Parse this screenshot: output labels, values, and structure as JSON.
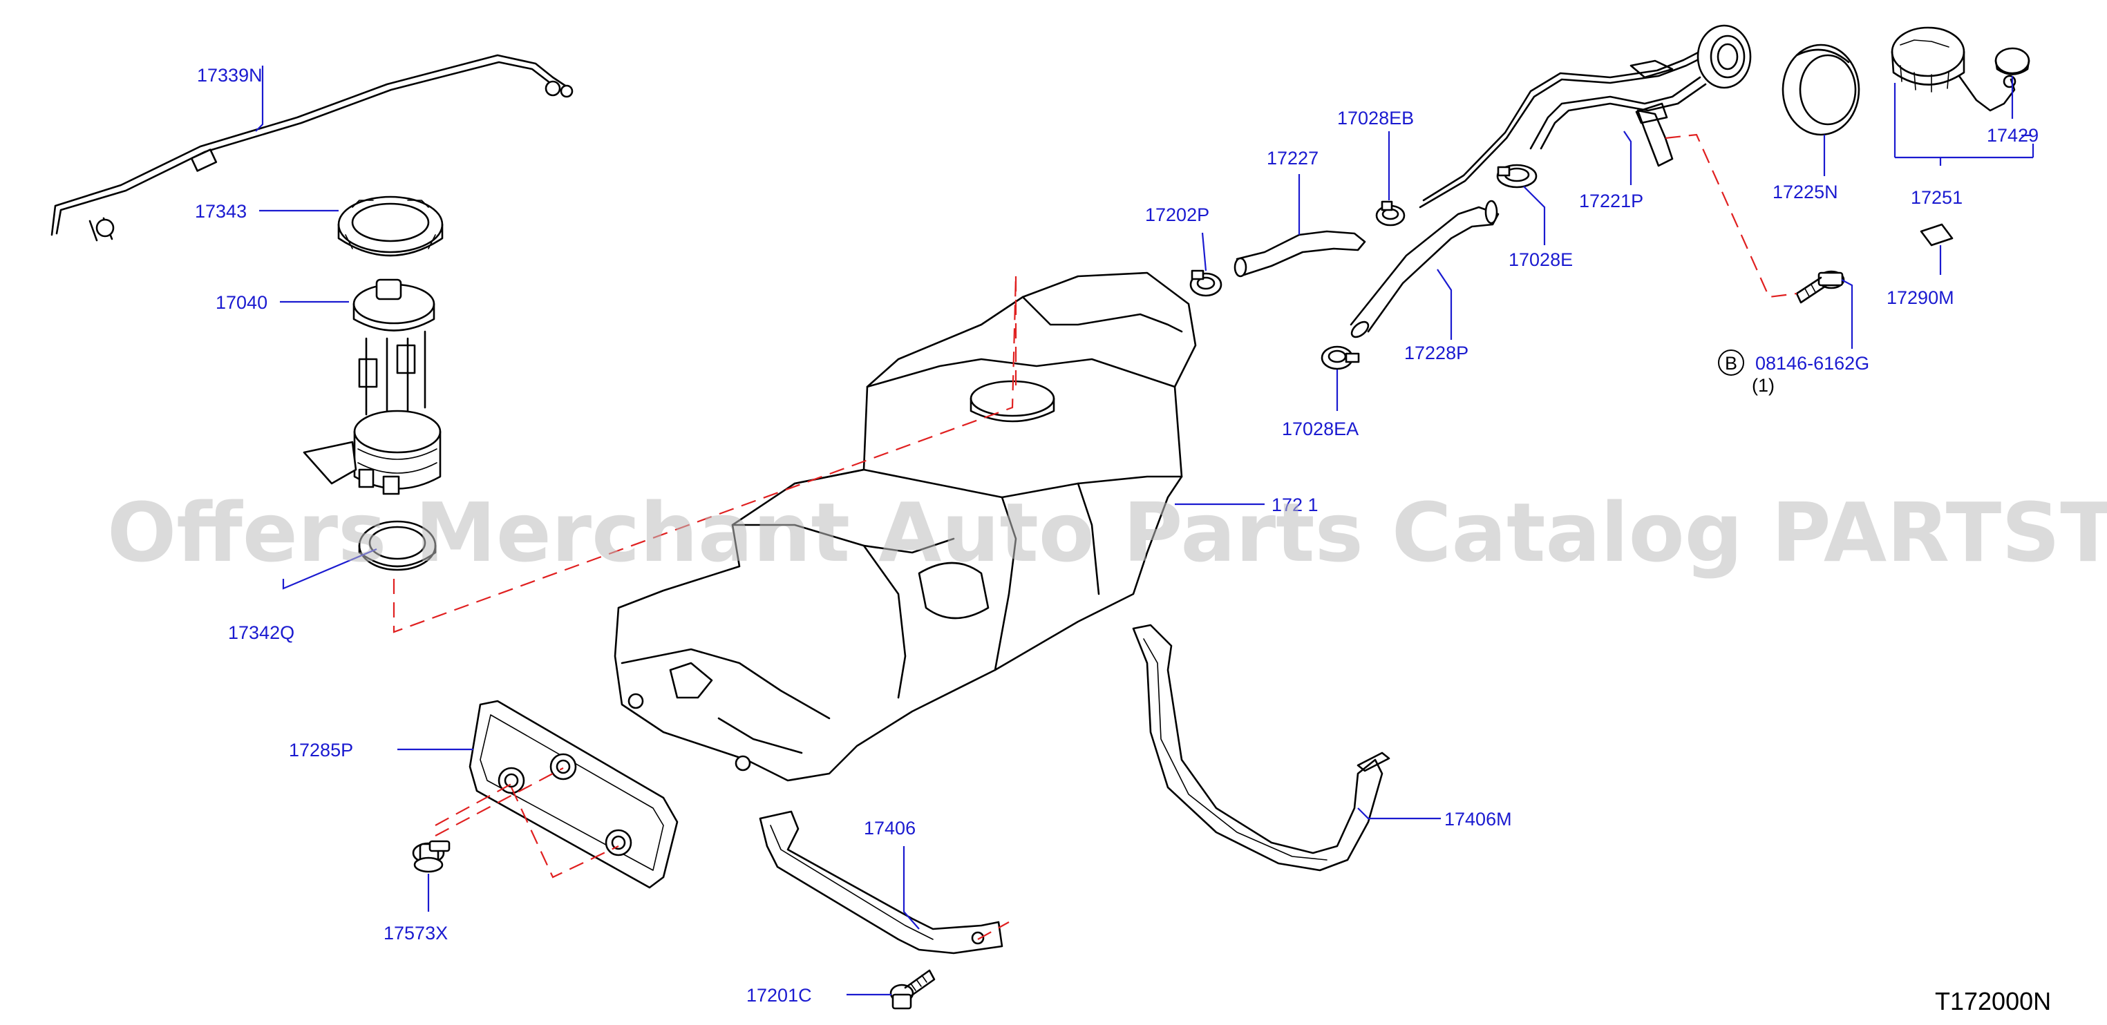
{
  "watermark": "Offers Merchant Auto Parts Catalog PARTSTORE.SA",
  "diagram_ref": "T172000N",
  "bolt_marker": "B",
  "bolt_qty": "(1)",
  "labels": {
    "p17339N": "17339N",
    "p17343": "17343",
    "p17040": "17040",
    "p17342Q": "17342Q",
    "p17285P": "17285P",
    "p17573X": "17573X",
    "p17406": "17406",
    "p17201C": "17201C",
    "p17406M": "17406M",
    "p172x1": "172 1",
    "p17202P": "17202P",
    "p17227": "17227",
    "p17028EB": "17028EB",
    "p17028E": "17028E",
    "p17228P": "17228P",
    "p17028EA": "17028EA",
    "p17221P": "17221P",
    "p17225N": "17225N",
    "p17251": "17251",
    "p17429": "17429",
    "p17290M": "17290M",
    "p08146": "08146-6162G"
  }
}
